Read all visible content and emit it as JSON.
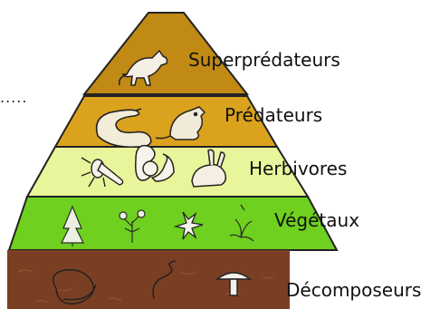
{
  "diagram": {
    "leading_text": ".....",
    "levels": [
      {
        "label": "Superprédateurs",
        "color": "#c08a14",
        "icons": [
          "fox-icon"
        ]
      },
      {
        "label": "Prédateurs",
        "color": "#dba21d",
        "icons": [
          "snake-icon",
          "rat-icon"
        ]
      },
      {
        "label": "Herbivores",
        "color": "#e9f59b",
        "icons": [
          "insect-icon",
          "squirrel-icon",
          "rabbit-icon"
        ]
      },
      {
        "label": "Végétaux",
        "color": "#6fd01f",
        "icons": [
          "conifer-tree-icon",
          "shrub-icon",
          "flower-icon",
          "grass-icon"
        ]
      },
      {
        "label": "Décomposeurs",
        "color": "#7a3f22",
        "icons": [
          "earthworm-icon",
          "worm-icon",
          "mushroom-icon"
        ]
      }
    ]
  }
}
